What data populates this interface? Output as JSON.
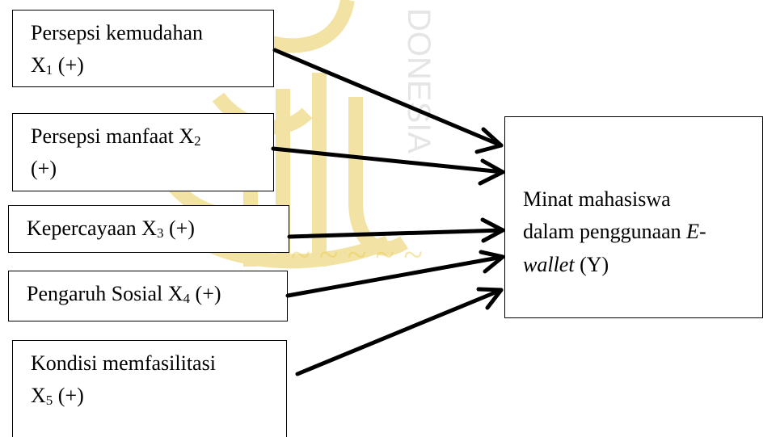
{
  "diagram": {
    "variables": [
      {
        "line1": "Persepsi kemudahan",
        "line2_prefix": "X",
        "sub": "1",
        "line2_suffix": " (+)"
      },
      {
        "line1_prefix": "Persepsi manfaat X",
        "sub": "2",
        "line2": "(+)"
      },
      {
        "prefix": "Kepercayaan X",
        "sub": "3",
        "suffix": " (+)"
      },
      {
        "prefix": "Pengaruh Sosial X",
        "sub": "4",
        "suffix": " (+)"
      },
      {
        "line1": "Kondisi memfasilitasi",
        "line2_prefix": "X",
        "sub": "5",
        "line2_suffix": " (+)"
      }
    ],
    "dependent": {
      "line1": "Minat mahasiswa",
      "line2_prefix": "dalam penggunaan ",
      "line2_italic": "E-",
      "line3_italic": "wallet",
      "line3_suffix": " (Y)"
    },
    "arrow_color": "#000000"
  },
  "watermark": {
    "text": "DONESIA",
    "color": "#e8cc4a"
  }
}
